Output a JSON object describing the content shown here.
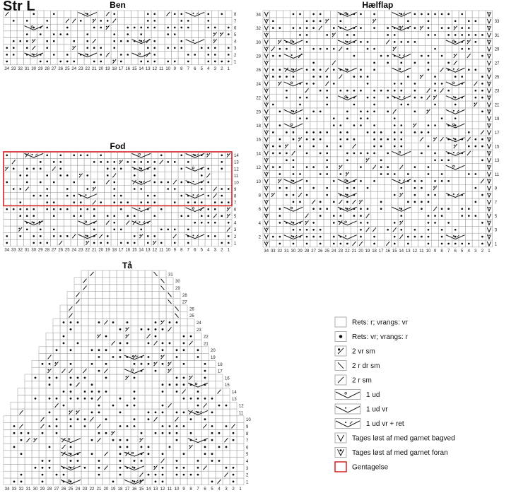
{
  "title": "Str L",
  "charts": {
    "ben": {
      "title": "Ben",
      "cols": 34,
      "rows": 8
    },
    "fod": {
      "title": "Fod",
      "cols": 34,
      "rows": 14,
      "repeat_rows": [
        7,
        14
      ]
    },
    "haelflap": {
      "title": "Hælflap",
      "cols": 34,
      "rows": 34
    },
    "taa": {
      "title": "Tå",
      "cols": 34,
      "rows": 31
    }
  },
  "legend": [
    {
      "symbol": "blank",
      "label": "Rets: r; vrangs: vr"
    },
    {
      "symbol": "dot",
      "label": "Rets: vr; vrangs: r"
    },
    {
      "symbol": "vrsm",
      "label": "2 vr sm"
    },
    {
      "symbol": "back",
      "label": "2 r dr sm"
    },
    {
      "symbol": "fwd",
      "label": "2 r sm"
    },
    {
      "symbol": "ud",
      "label": "1 ud"
    },
    {
      "symbol": "udvr",
      "label": "1 ud vr"
    },
    {
      "symbol": "udvrret",
      "label": "1 ud vr + ret"
    },
    {
      "symbol": "V",
      "label": "Tages løst af med garnet bagved"
    },
    {
      "symbol": "Vdot",
      "label": "Tages løst af med garnet foran"
    },
    {
      "symbol": "repeat",
      "label": "Gentagelse"
    }
  ],
  "colors": {
    "grid": "#9a9a9a",
    "repeat": "#d42020",
    "ink": "#111111"
  }
}
